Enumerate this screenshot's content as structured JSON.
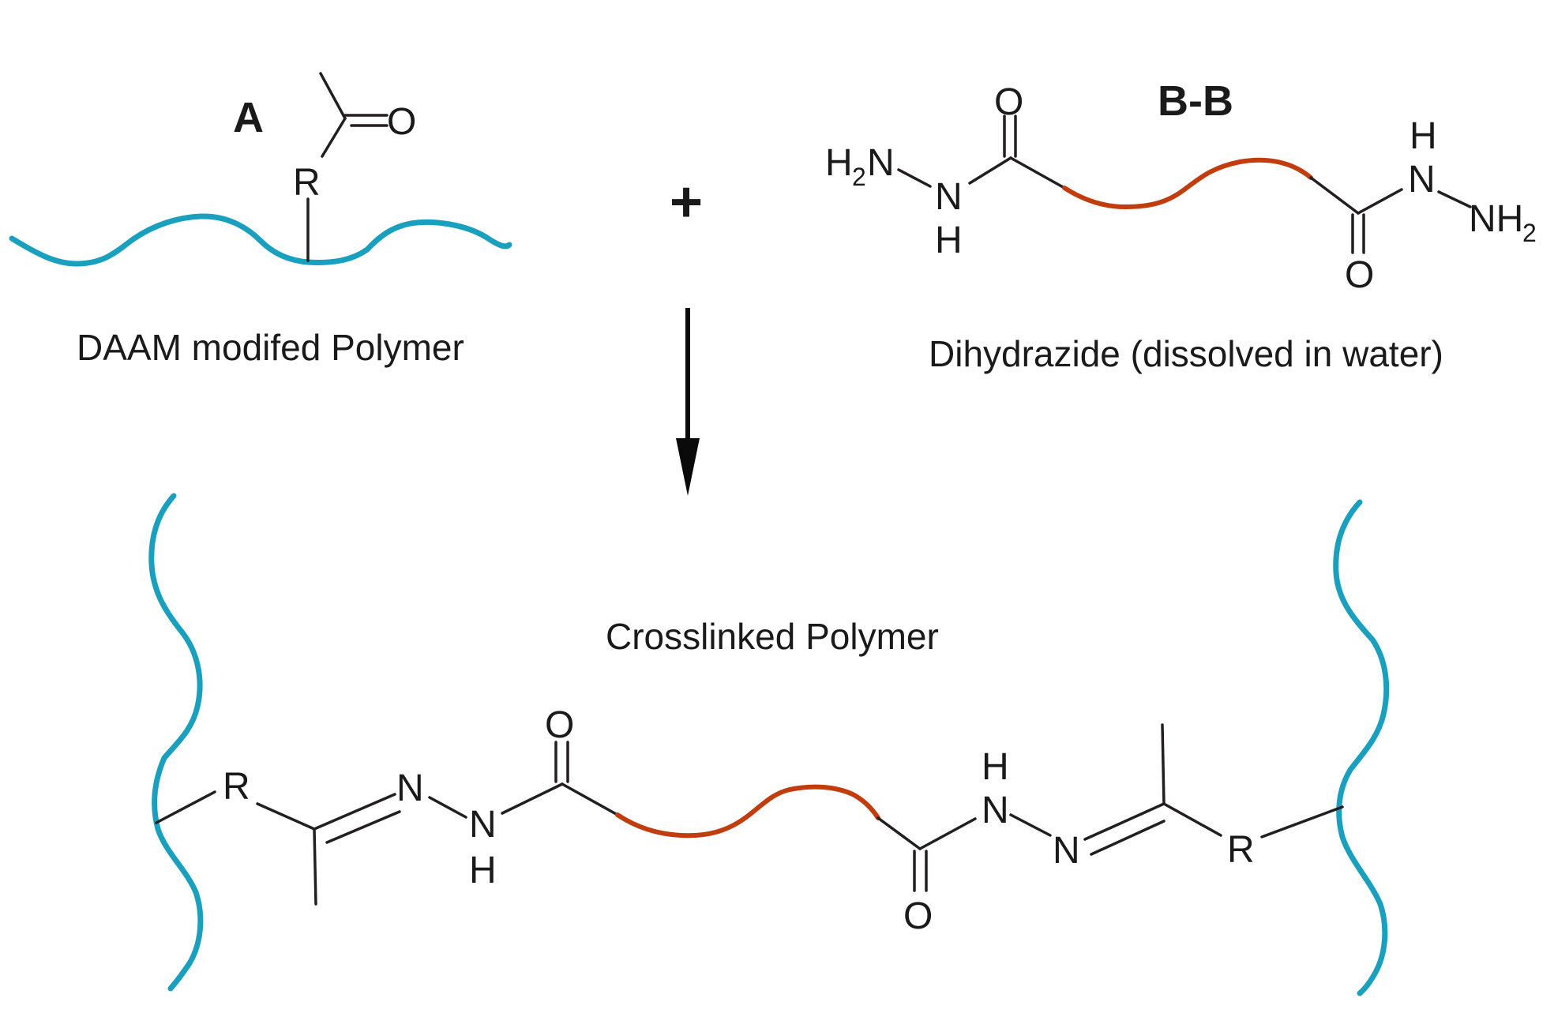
{
  "reactant_a": {
    "label": "A",
    "caption": "DAAM modifed Polymer",
    "atoms": {
      "r": "R",
      "o": "O"
    }
  },
  "plus": "+",
  "reactant_b": {
    "label": "B-B",
    "caption": "Dihydrazide (dissolved in water)",
    "atoms": {
      "h2n_h": "H",
      "h2n_2": "2",
      "h2n_n": "N",
      "nh_left": "N",
      "h_left": "H",
      "o_top": "O",
      "o_bottom": "O",
      "h_right": "H",
      "n_right": "N",
      "nh2_nh": "NH",
      "nh2_2": "2"
    }
  },
  "product": {
    "caption": "Crosslinked Polymer",
    "atoms": {
      "r_left": "R",
      "n_left": "N",
      "nh_n": "N",
      "nh_h": "H",
      "o_top": "O",
      "o_bottom": "O",
      "h_right": "H",
      "nh_right": "N",
      "n_right": "N",
      "r_right": "R"
    }
  },
  "colors": {
    "polymer_chain": "#1aa0bf",
    "linker": "#c23d0e",
    "bonds": "#231f20",
    "arrow": "#0a0a0a"
  }
}
